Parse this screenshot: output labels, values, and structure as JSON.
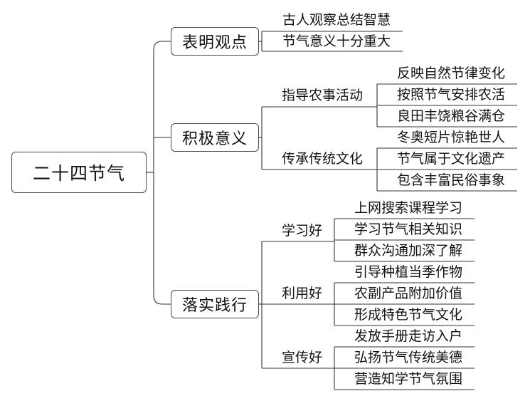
{
  "root": {
    "label": "二十四节气"
  },
  "branches": [
    {
      "label": "表明观点",
      "leaves": [
        "古人观察总结智慧",
        "节气意义十分重大"
      ]
    },
    {
      "label": "积极意义",
      "groups": [
        {
          "label": "指导农事活动",
          "leaves": [
            "反映自然节律变化",
            "按照节气安排农活",
            "良田丰饶粮谷满仓"
          ]
        },
        {
          "label": "传承传统文化",
          "leaves": [
            "冬奥短片惊艳世人",
            "节气属于文化遗产",
            "包含丰富民俗事象"
          ]
        }
      ]
    },
    {
      "label": "落实践行",
      "groups": [
        {
          "label": "学习好",
          "leaves": [
            "上网搜索课程学习",
            "学习节气相关知识",
            "群众沟通加深了解"
          ]
        },
        {
          "label": "利用好",
          "leaves": [
            "引导种植当季作物",
            "农副产品附加价值",
            "形成特色节气文化"
          ]
        },
        {
          "label": "宣传好",
          "leaves": [
            "发放手册走访入户",
            "弘扬节气传统美德",
            "营造知学节气氛围"
          ]
        }
      ]
    }
  ]
}
